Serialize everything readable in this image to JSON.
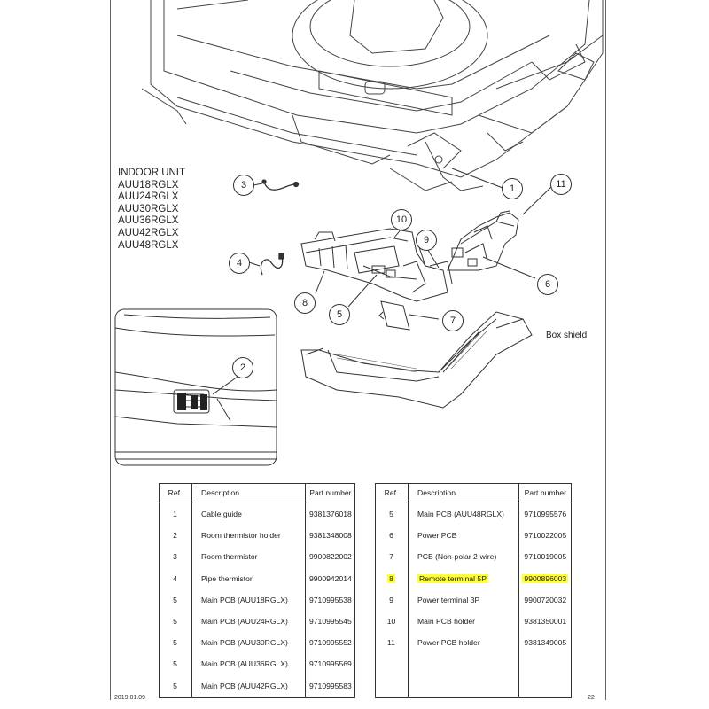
{
  "unit": {
    "lines": [
      "INDOOR UNIT",
      "AUU18RGLX",
      "AUU24RGLX",
      "AUU30RGLX",
      "AUU36RGLX",
      "AUU42RGLX",
      "AUU48RGLX"
    ]
  },
  "labels": {
    "box_shield": "Box shield"
  },
  "callouts": [
    "1",
    "2",
    "3",
    "4",
    "5",
    "6",
    "7",
    "8",
    "9",
    "10",
    "11"
  ],
  "table_headers": {
    "ref": "Ref.",
    "description": "Description",
    "part_number": "Part number"
  },
  "table_left": [
    {
      "ref": "1",
      "description": "Cable guide",
      "part_number": "9381376018"
    },
    {
      "ref": "2",
      "description": "Room thermistor holder",
      "part_number": "9381348008"
    },
    {
      "ref": "3",
      "description": "Room thermistor",
      "part_number": "9900822002"
    },
    {
      "ref": "4",
      "description": "Pipe thermistor",
      "part_number": "9900942014"
    },
    {
      "ref": "5",
      "description": "Main PCB (AUU18RGLX)",
      "part_number": "9710995538"
    },
    {
      "ref": "5",
      "description": "Main PCB (AUU24RGLX)",
      "part_number": "9710995545"
    },
    {
      "ref": "5",
      "description": "Main PCB (AUU30RGLX)",
      "part_number": "9710995552"
    },
    {
      "ref": "5",
      "description": "Main PCB (AUU36RGLX)",
      "part_number": "9710995569"
    },
    {
      "ref": "5",
      "description": "Main PCB (AUU42RGLX)",
      "part_number": "9710995583"
    }
  ],
  "table_right": [
    {
      "ref": "5",
      "description": "Main PCB (AUU48RGLX)",
      "part_number": "9710995576"
    },
    {
      "ref": "6",
      "description": "Power PCB",
      "part_number": "9710022005"
    },
    {
      "ref": "7",
      "description": "PCB (Non-polar 2-wire)",
      "part_number": "9710019005"
    },
    {
      "ref": "8",
      "description": "Remote terminal 5P",
      "part_number": "9900896003",
      "highlighted": true
    },
    {
      "ref": "9",
      "description": "Power terminal 3P",
      "part_number": "9900720032"
    },
    {
      "ref": "10",
      "description": "Main PCB holder",
      "part_number": "9381350001"
    },
    {
      "ref": "11",
      "description": "Power PCB holder",
      "part_number": "9381349005"
    }
  ],
  "footer": {
    "date": "2019.01.09",
    "page": "22"
  },
  "colors": {
    "highlight": "#ffff33",
    "ink": "#333333"
  }
}
